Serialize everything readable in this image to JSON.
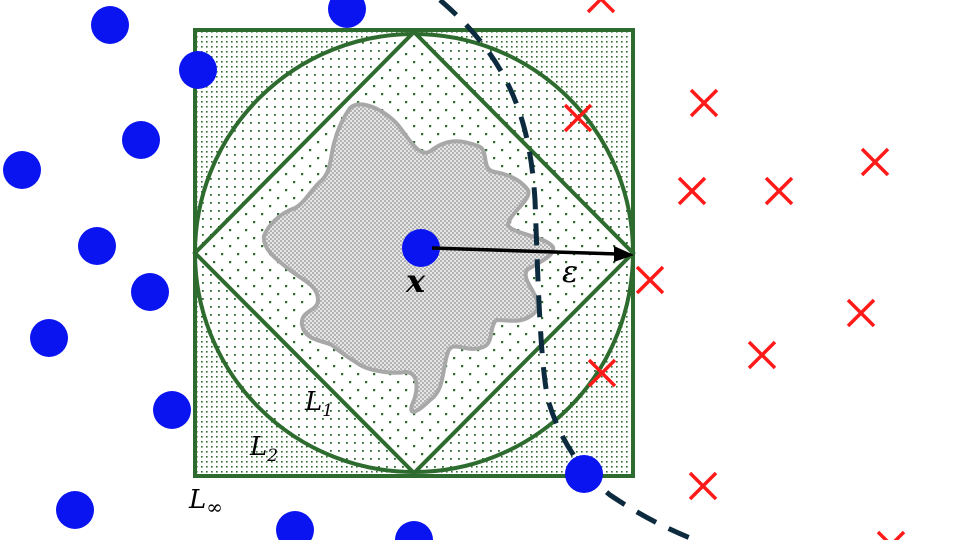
{
  "labels": {
    "center": "x",
    "epsilon": "ε",
    "l1_main": "L",
    "l1_sub": "1",
    "l2_main": "L",
    "l2_sub": "2",
    "linf_main": "L",
    "linf_sub": "∞"
  },
  "colors": {
    "background": "#ffffff",
    "ball_stroke": "#2e6b2e",
    "ball_dots": "#2e6b2e",
    "blue_class": "#0a14f0",
    "red_class": "#ff1a1a",
    "boundary": "#0d2b3e",
    "blob_fill": "#cfcfcf",
    "blob_stroke": "#a8a8a8",
    "arrow": "#000000"
  },
  "legend_items": {
    "blue_marker": "filled-circle",
    "red_marker": "x-cross"
  }
}
